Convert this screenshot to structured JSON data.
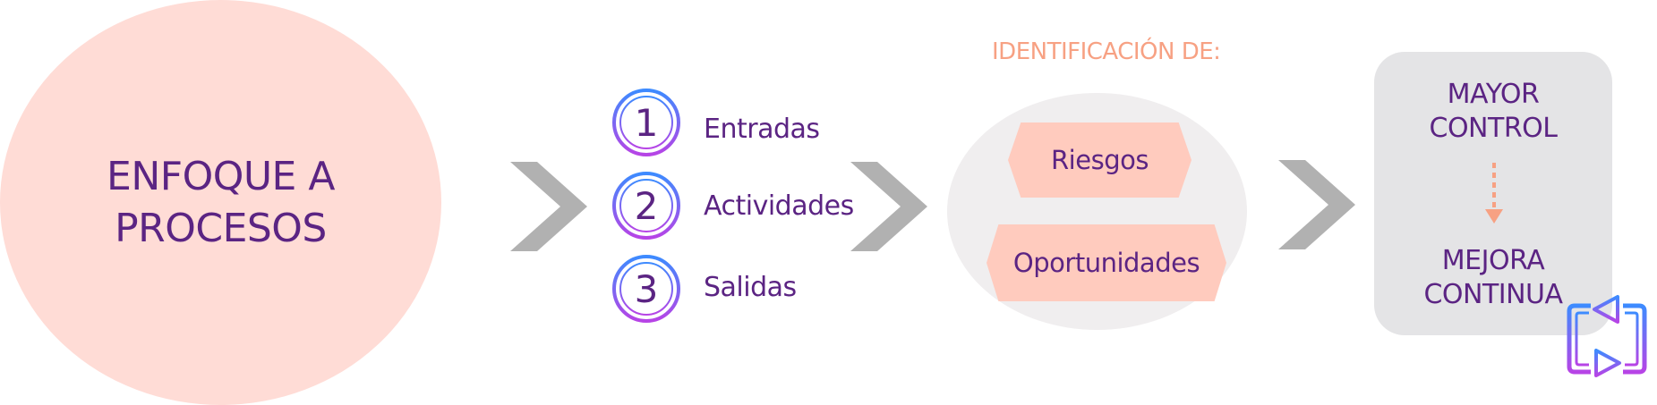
{
  "colors": {
    "purple": "#5b2483",
    "salmon": "#ffdcd6",
    "peach": "#ffcbbe",
    "gray_light": "#f0eeef",
    "gray_box": "#e4e4e6",
    "chevron": "#b1b1b1",
    "orange": "#f7a183",
    "grad_blue": "#3d8bff",
    "grad_purple": "#b744e6"
  },
  "main": {
    "title_line1": "ENFOQUE A",
    "title_line2": "PROCESOS"
  },
  "steps": [
    {
      "number": "1",
      "label": "Entradas"
    },
    {
      "number": "2",
      "label": "Actividades"
    },
    {
      "number": "3",
      "label": "Salidas"
    }
  ],
  "identification": {
    "title": "IDENTIFICACIÓN DE:",
    "items": [
      "Riesgos",
      "Oportunidades"
    ]
  },
  "result": {
    "top_line1": "MAYOR",
    "top_line2": "CONTROL",
    "bottom_line1": "MEJORA",
    "bottom_line2": "CONTINUA"
  },
  "icons": {
    "chevron": "chevron-right-icon",
    "cycle": "cycle-arrows-icon",
    "down_arrow": "dotted-arrow-down-icon"
  }
}
